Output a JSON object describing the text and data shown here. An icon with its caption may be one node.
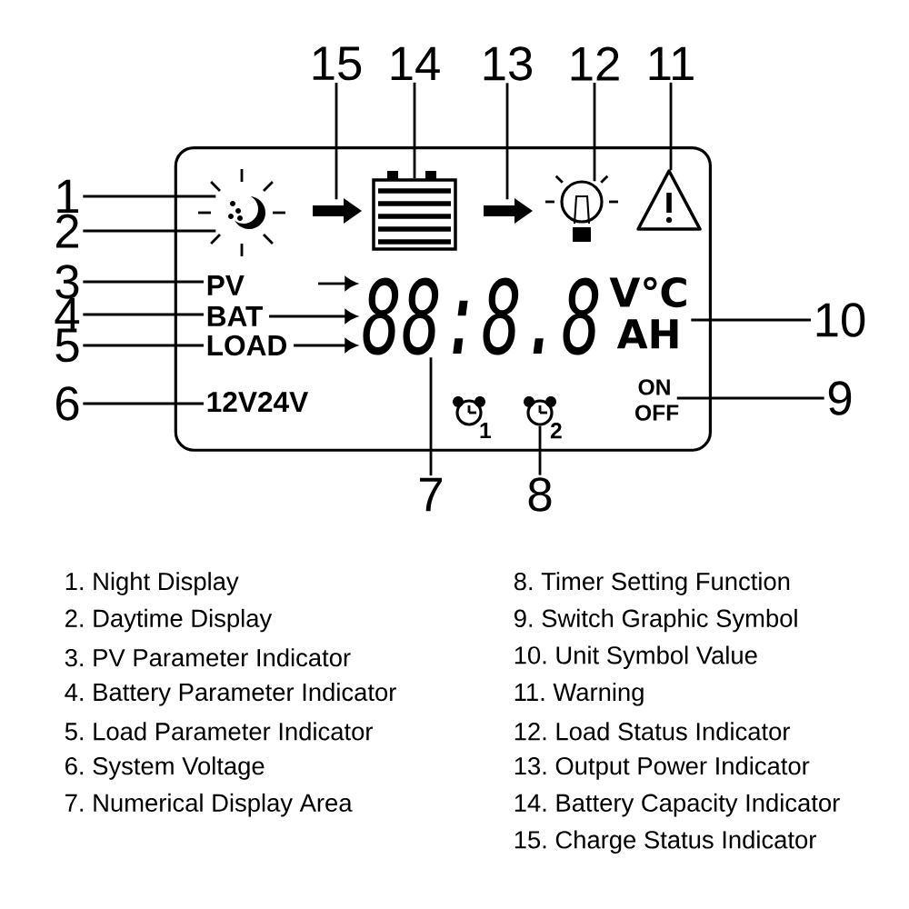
{
  "diagram": {
    "nodes": [
      {
        "text": [],
        "shape": "box"
      },
      {
        "text": [],
        "shape": "sun",
        "in": 0
      },
      {
        "text": [],
        "shape": "arrow",
        "in": 0
      },
      {
        "text": [],
        "shape": "battery",
        "in": 0
      },
      {
        "text": [],
        "shape": "arrow",
        "in": 0
      },
      {
        "text": [],
        "shape": "bulb",
        "in": 0
      },
      {
        "text": [],
        "shape": "triangle",
        "in": 0
      },
      {
        "text": [
          "PV"
        ],
        "in": 0
      },
      {
        "text": [
          "BAT"
        ],
        "in": 0
      },
      {
        "text": [
          "LOAD"
        ],
        "in": 0
      },
      {
        "text": [
          "88:8.8"
        ],
        "in": 0
      },
      {
        "text": [
          "V℃",
          "AH"
        ],
        "in": 0
      },
      {
        "text": [
          "12V24V"
        ],
        "in": 0
      },
      {
        "text": [],
        "shape": "clock",
        "beside": [
          "1"
        ],
        "in": 0
      },
      {
        "text": [],
        "shape": "clock",
        "beside": [
          "2"
        ],
        "in": 0
      },
      {
        "text": [
          "ON OFF"
        ],
        "in": 0
      },
      {
        "text": [
          "1"
        ]
      },
      {
        "text": [
          "2"
        ]
      },
      {
        "text": [
          "3"
        ]
      },
      {
        "text": [
          "4"
        ]
      },
      {
        "text": [
          "5"
        ]
      },
      {
        "text": [
          "6"
        ]
      },
      {
        "text": [
          "7"
        ]
      },
      {
        "text": [
          "8"
        ]
      },
      {
        "text": [
          "9"
        ]
      },
      {
        "text": [
          "10"
        ]
      },
      {
        "text": [
          "11"
        ]
      },
      {
        "text": [
          "12"
        ]
      },
      {
        "text": [
          "13"
        ]
      },
      {
        "text": [
          "14"
        ]
      },
      {
        "text": [
          "15"
        ]
      }
    ],
    "edges": [
      {
        "from": 16,
        "to": 1,
        "arrow": "none"
      },
      {
        "from": 17,
        "to": 1,
        "arrow": "none"
      },
      {
        "from": 18,
        "to": 7,
        "arrow": "none"
      },
      {
        "from": 19,
        "to": 8,
        "arrow": "none"
      },
      {
        "from": 20,
        "to": 9,
        "arrow": "none"
      },
      {
        "from": 21,
        "to": 12,
        "arrow": "none"
      },
      {
        "from": 22,
        "to": 10,
        "arrow": "none"
      },
      {
        "from": 23,
        "to": 14,
        "arrow": "none"
      },
      {
        "from": 24,
        "to": 15,
        "arrow": "none"
      },
      {
        "from": 25,
        "to": 11,
        "arrow": "none"
      },
      {
        "from": 26,
        "to": 6,
        "arrow": "none"
      },
      {
        "from": 27,
        "to": 5,
        "arrow": "none"
      },
      {
        "from": 28,
        "to": 4,
        "arrow": "none"
      },
      {
        "from": 29,
        "to": 3,
        "arrow": "none"
      },
      {
        "from": 30,
        "to": 2,
        "arrow": "none"
      },
      {
        "from": null,
        "to": 10,
        "arrow": "to"
      },
      {
        "from": 8,
        "to": 10,
        "arrow": "to"
      },
      {
        "from": 9,
        "to": 10,
        "arrow": "to"
      }
    ],
    "labels": [
      "1. Night Display",
      "2. Daytime Display",
      "3. PV Parameter Indicator",
      "4. Battery Parameter Indicator",
      "5. Load Parameter Indicator",
      "6. System Voltage",
      "7. Numerical Display Area",
      "8. Timer Setting Function",
      "9. Switch Graphic Symbol",
      "10. Unit Symbol Value",
      "11. Warning",
      "12. Load Status Indicator",
      "13. Output Power Indicator",
      "14. Battery Capacity Indicator",
      "15. Charge Status Indicator"
    ]
  }
}
